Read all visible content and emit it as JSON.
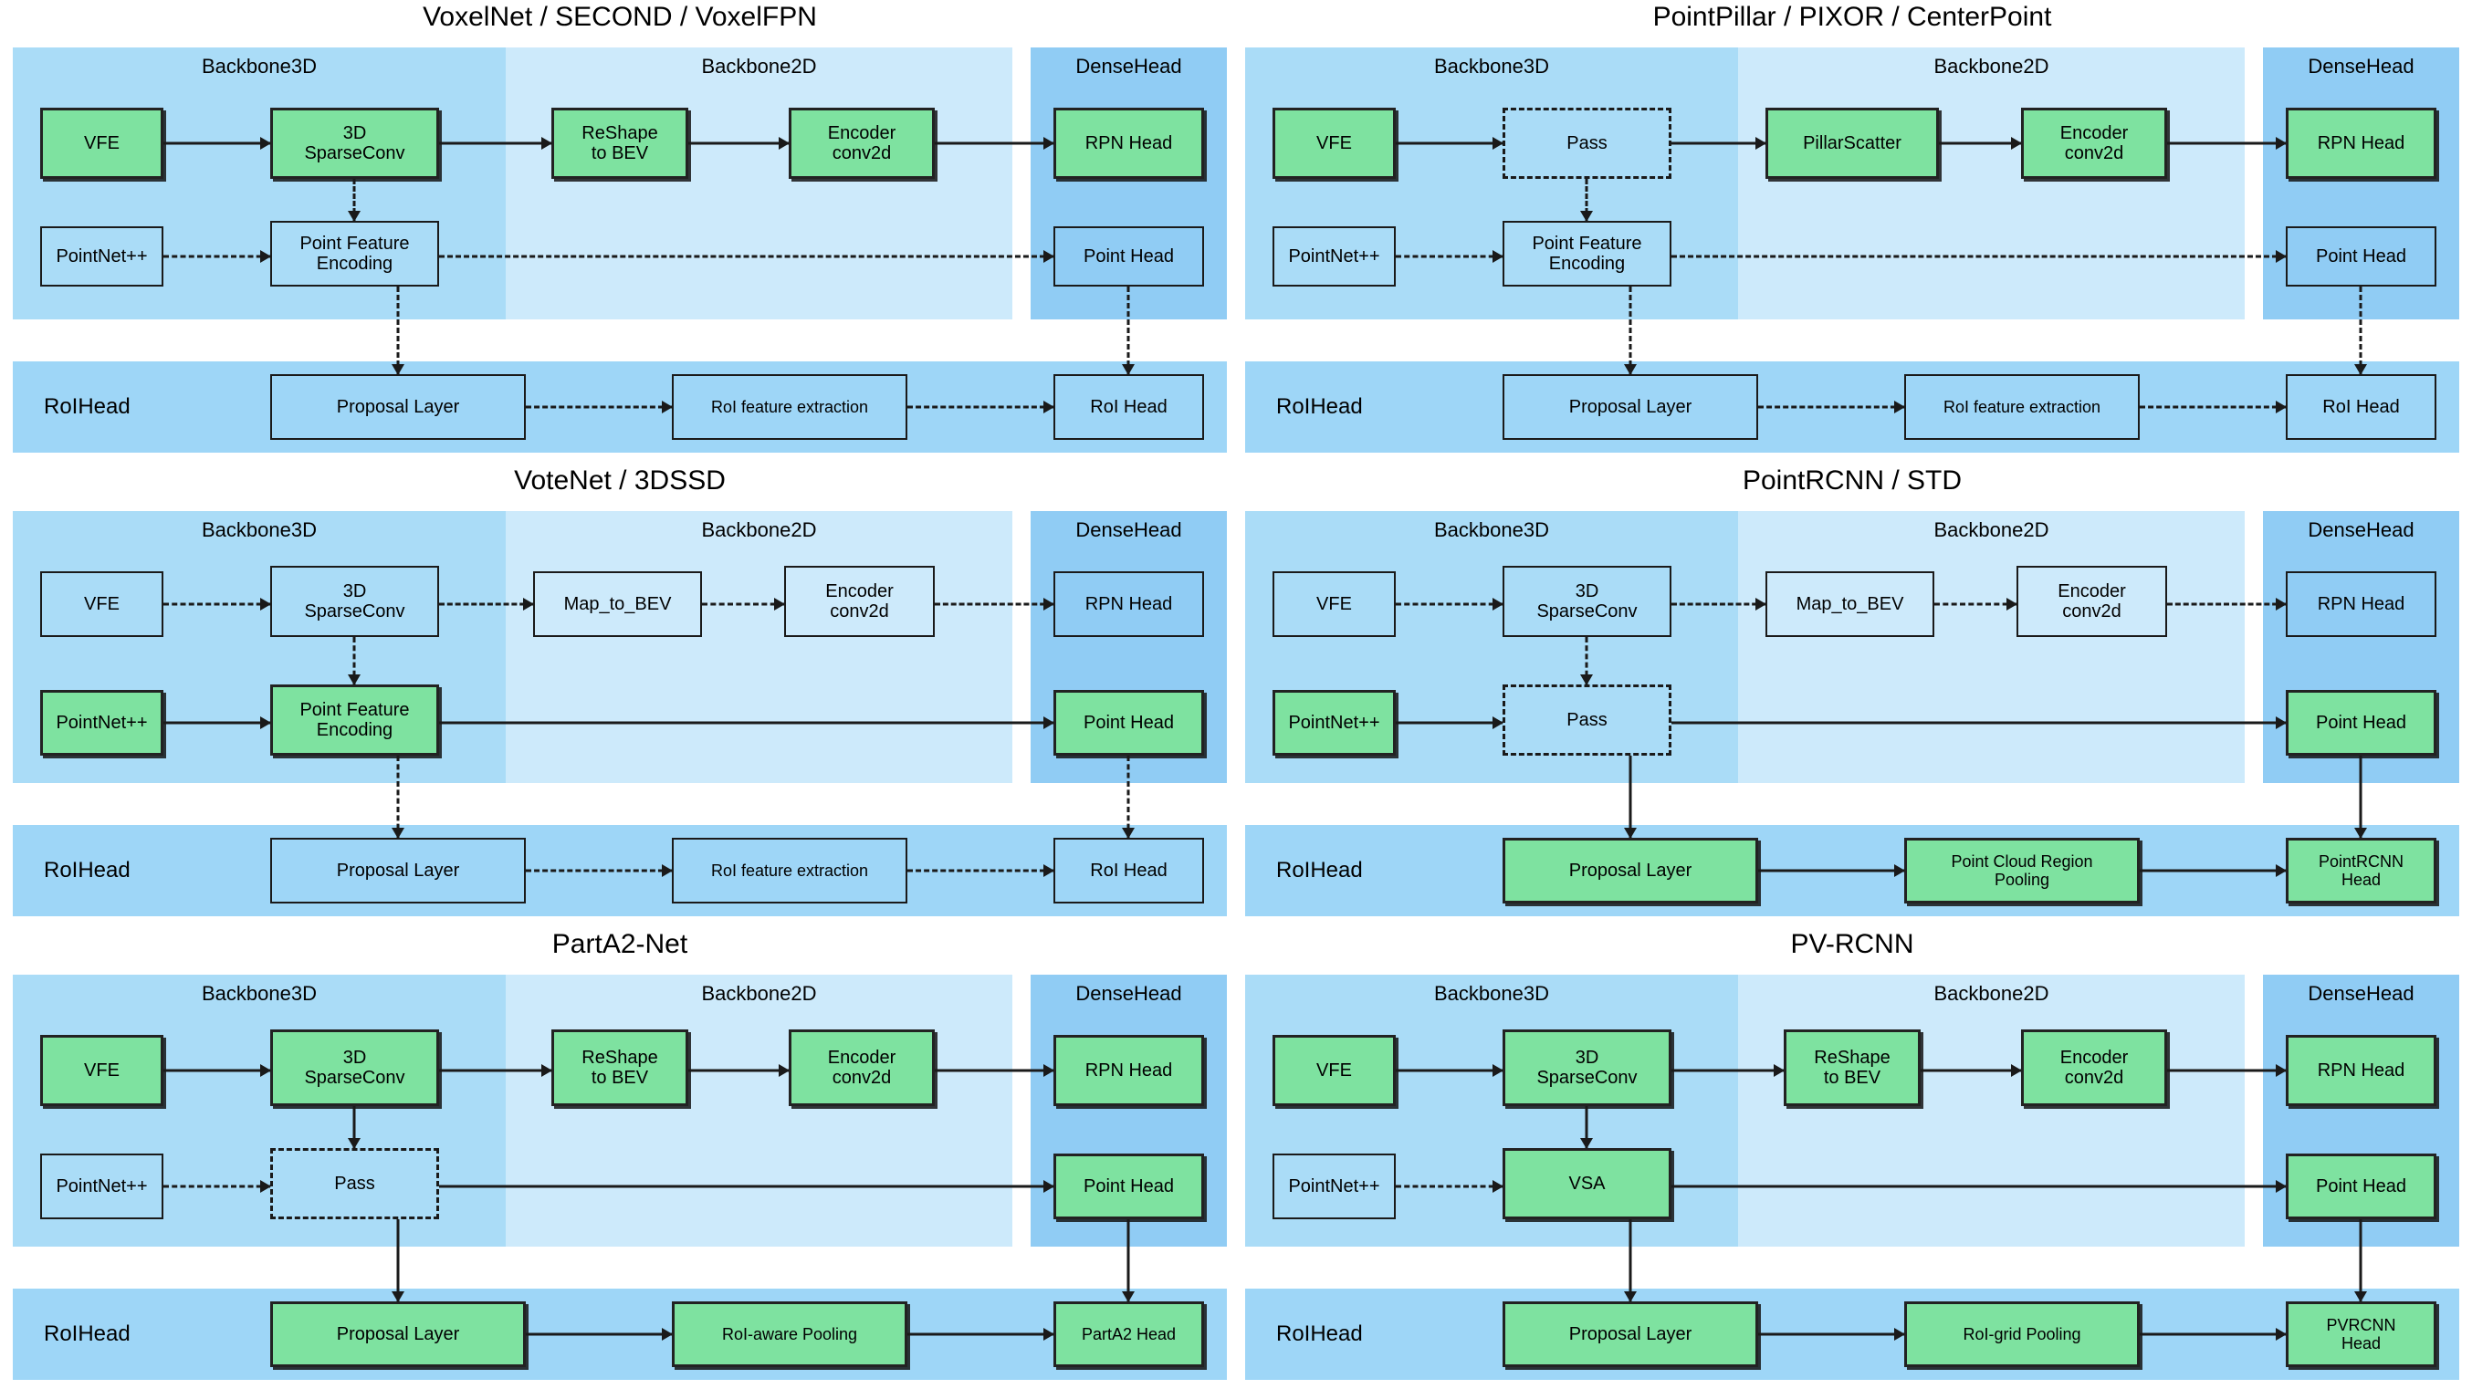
{
  "colors": {
    "active_green": "#7ee2a0",
    "backbone3d_band": "#aadcf7",
    "backbone2d_band": "#cdeafb",
    "densehead_band": "#90ccf4",
    "roihead_band": "#9ed6f7",
    "stroke": "#1a1a1a",
    "page_background": "#ffffff"
  },
  "band_labels": {
    "backbone3d": "Backbone3D",
    "backbone2d": "Backbone2D",
    "densehead": "DenseHead",
    "roihead": "RoIHead"
  },
  "panels": [
    {
      "id": "voxelnet",
      "title": "VoxelNet / SECOND / VoxelFPN",
      "nodes": {
        "vfe": "VFE",
        "sparseconv": "3D\nSparseConv",
        "bev": "ReShape\nto BEV",
        "encoder": "Encoder\nconv2d",
        "rpn_head": "RPN Head",
        "pointnet": "PointNet++",
        "pfe": "Point Feature\nEncoding",
        "point_head": "Point Head",
        "proposal": "Proposal Layer",
        "roi_extract": "RoI feature extraction",
        "roi_head": "RoI Head"
      }
    },
    {
      "id": "pointpillar",
      "title": "PointPillar / PIXOR / CenterPoint",
      "nodes": {
        "vfe": "VFE",
        "sparseconv": "Pass",
        "bev": "PillarScatter",
        "encoder": "Encoder\nconv2d",
        "rpn_head": "RPN Head",
        "pointnet": "PointNet++",
        "pfe": "Point Feature\nEncoding",
        "point_head": "Point Head",
        "proposal": "Proposal Layer",
        "roi_extract": "RoI feature extraction",
        "roi_head": "RoI Head"
      }
    },
    {
      "id": "votenet",
      "title": "VoteNet / 3DSSD",
      "nodes": {
        "vfe": "VFE",
        "sparseconv": "3D\nSparseConv",
        "bev": "Map_to_BEV",
        "encoder": "Encoder\nconv2d",
        "rpn_head": "RPN Head",
        "pointnet": "PointNet++",
        "pfe": "Point Feature\nEncoding",
        "point_head": "Point Head",
        "proposal": "Proposal Layer",
        "roi_extract": "RoI feature extraction",
        "roi_head": "RoI Head"
      }
    },
    {
      "id": "pointrcnn",
      "title": "PointRCNN / STD",
      "nodes": {
        "vfe": "VFE",
        "sparseconv": "3D\nSparseConv",
        "bev": "Map_to_BEV",
        "encoder": "Encoder\nconv2d",
        "rpn_head": "RPN Head",
        "pointnet": "PointNet++",
        "pfe": "Pass",
        "point_head": "Point Head",
        "proposal": "Proposal Layer",
        "roi_extract": "Point Cloud Region\nPooling",
        "roi_head": "PointRCNN\nHead"
      }
    },
    {
      "id": "parta2",
      "title": "PartA2-Net",
      "nodes": {
        "vfe": "VFE",
        "sparseconv": "3D\nSparseConv",
        "bev": "ReShape\nto BEV",
        "encoder": "Encoder\nconv2d",
        "rpn_head": "RPN Head",
        "pointnet": "PointNet++",
        "pfe": "Pass",
        "point_head": "Point Head",
        "proposal": "Proposal Layer",
        "roi_extract": "RoI-aware Pooling",
        "roi_head": "PartA2 Head"
      }
    },
    {
      "id": "pvrcnn",
      "title": "PV-RCNN",
      "nodes": {
        "vfe": "VFE",
        "sparseconv": "3D\nSparseConv",
        "bev": "ReShape\nto BEV",
        "encoder": "Encoder\nconv2d",
        "rpn_head": "RPN Head",
        "pointnet": "PointNet++",
        "pfe": "VSA",
        "point_head": "Point Head",
        "proposal": "Proposal Layer",
        "roi_extract": "RoI-grid Pooling",
        "roi_head": "PVRCNN\nHead"
      }
    }
  ]
}
